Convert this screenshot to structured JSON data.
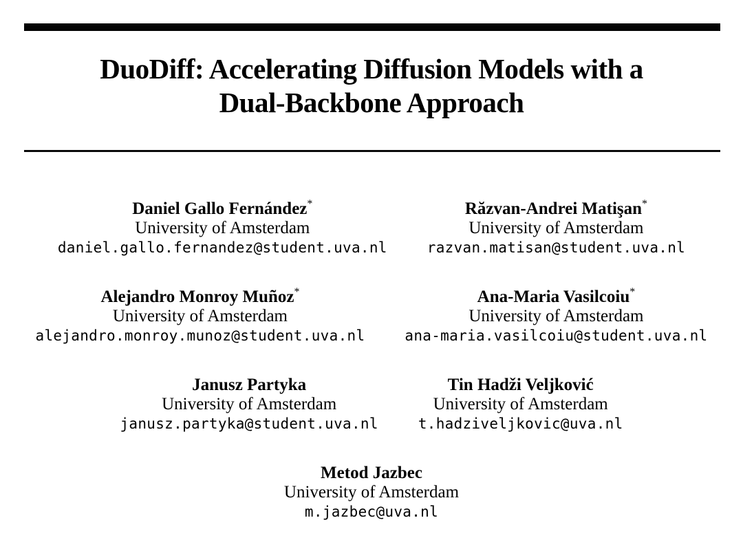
{
  "title": {
    "line1": "DuoDiff: Accelerating Diffusion Models with a",
    "line2": "Dual-Backbone Approach"
  },
  "authors": {
    "rows": [
      {
        "cells": [
          {
            "name": "Daniel Gallo Fernández",
            "mark": "*",
            "affiliation": "University of Amsterdam",
            "email": "daniel.gallo.fernandez@student.uva.nl"
          },
          {
            "name": "Răzvan-Andrei Matişan",
            "mark": "*",
            "affiliation": "University of Amsterdam",
            "email": "razvan.matisan@student.uva.nl"
          }
        ]
      },
      {
        "cells": [
          {
            "name": "Alejandro Monroy Muñoz",
            "mark": "*",
            "affiliation": "University of Amsterdam",
            "email": "alejandro.monroy.munoz@student.uva.nl"
          },
          {
            "name": "Ana-Maria Vasilcoiu",
            "mark": "*",
            "affiliation": "University of Amsterdam",
            "email": "ana-maria.vasilcoiu@student.uva.nl"
          }
        ]
      },
      {
        "cells": [
          {
            "name": "Janusz Partyka",
            "mark": "",
            "affiliation": "University of Amsterdam",
            "email": "janusz.partyka@student.uva.nl"
          },
          {
            "name": "Tin Hadži Veljković",
            "mark": "",
            "affiliation": "University of Amsterdam",
            "email": "t.hadziveljkovic@uva.nl"
          }
        ]
      },
      {
        "cells": [
          {
            "name": "Metod Jazbec",
            "mark": "",
            "affiliation": "University of Amsterdam",
            "email": "m.jazbec@uva.nl"
          }
        ]
      }
    ]
  },
  "colors": {
    "text": "#000000",
    "background": "#ffffff",
    "rule": "#040404"
  }
}
